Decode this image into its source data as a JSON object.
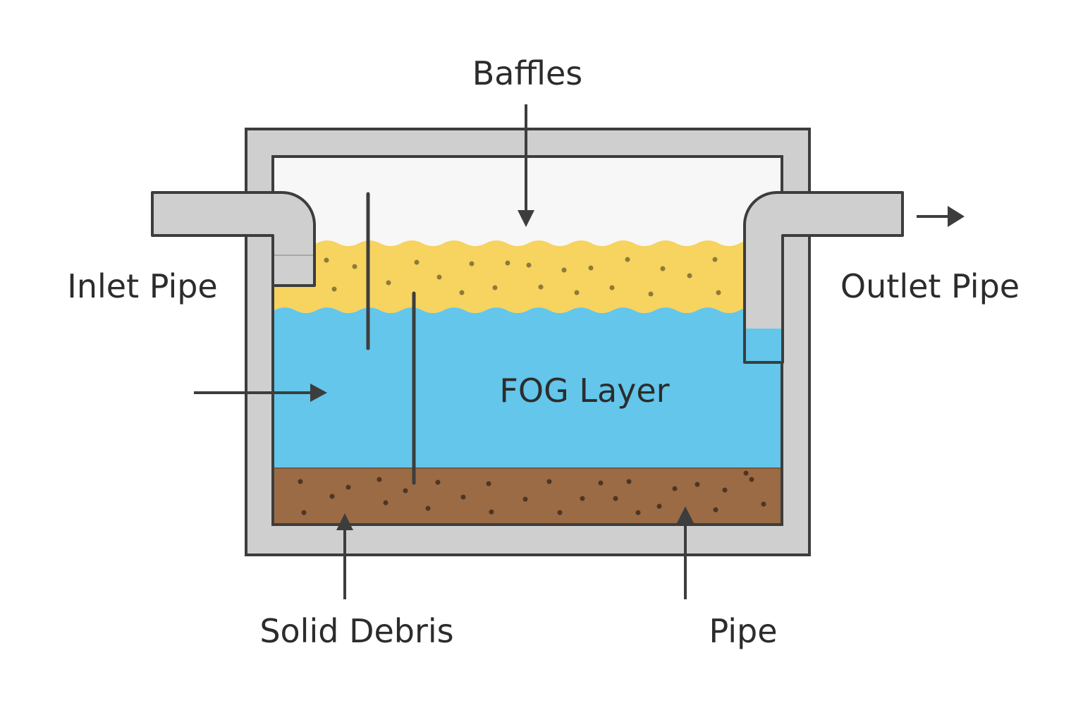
{
  "labels": {
    "baffles": "Baffles",
    "inlet_pipe": "Inlet Pipe",
    "outlet_pipe": "Outlet Pipe",
    "fog_layer": "FOG Layer",
    "solid_debris": "Solid Debris",
    "pipe": "Pipe"
  },
  "colors": {
    "tank_wall": "#cfcfcf",
    "outline": "#3d3d3d",
    "air": "#f7f7f7",
    "fog": "#f7d35f",
    "fog_dots": "#8f7a3a",
    "water": "#63c6ea",
    "sediment": "#9a6b45",
    "sediment_dots": "#4e3524",
    "pipe": "#cfcfcf",
    "text": "#2c2c2c"
  }
}
